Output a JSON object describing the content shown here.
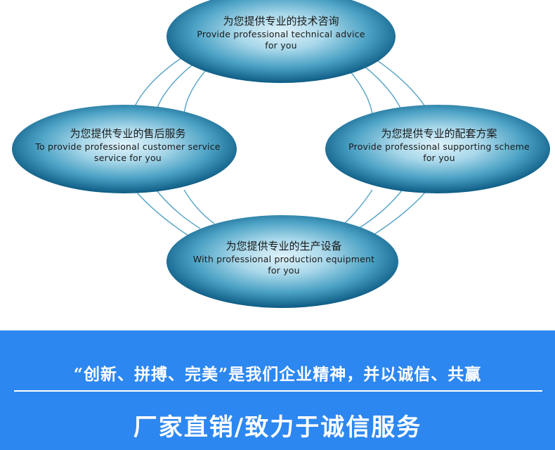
{
  "nodes": [
    {
      "cn": "为您提供专业的技术咨询",
      "en": [
        "Provide professional technical advice",
        "for you"
      ]
    },
    {
      "cn": "为您提供专业的售后服务",
      "en": [
        "To provide professional customer service",
        "service for you"
      ]
    },
    {
      "cn": "为您提供专业的配套方案",
      "en": [
        "Provide professional supporting scheme",
        "for you"
      ]
    },
    {
      "cn": "为您提供专业的生产设备",
      "en": [
        "With professional production equipment",
        "for you"
      ]
    }
  ],
  "banner": {
    "slogan": "“创新、拼搏、完美”是我们企业精神，并以诚信、共赢",
    "headline": "厂家直销/致力于诚信服务"
  },
  "colors": {
    "ellipse_center": "#d8eef7",
    "ellipse_mid": "#5fb0cd",
    "ellipse_edge": "#0e5f86",
    "connector": "#5ea8c8",
    "banner": "#2d87f0"
  }
}
